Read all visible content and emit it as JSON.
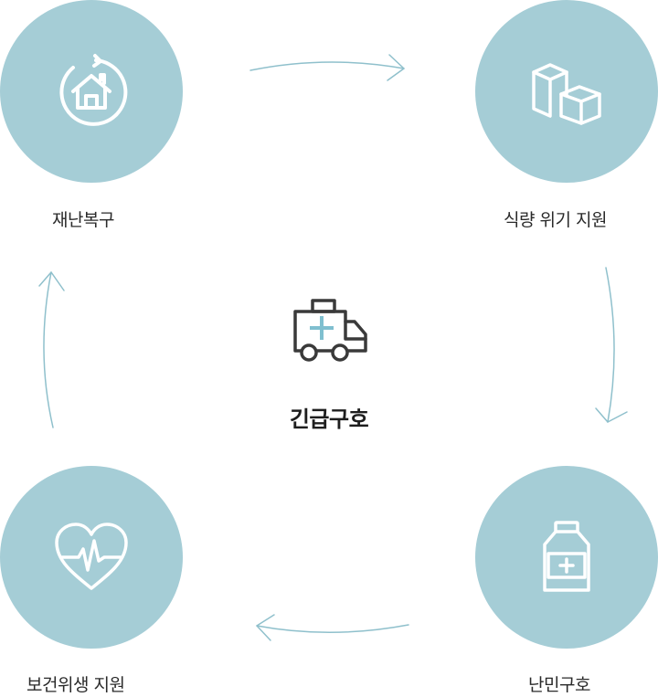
{
  "diagram": {
    "center": {
      "title": "긴급구호",
      "icon": "ambulance-icon"
    },
    "nodes": [
      {
        "id": "disaster-recovery",
        "label": "재난복구",
        "icon": "house-cycle-icon"
      },
      {
        "id": "food-crisis",
        "label": "식량 위기 지원",
        "icon": "boxes-icon"
      },
      {
        "id": "refugee-relief",
        "label": "난민구호",
        "icon": "medicine-bottle-icon"
      },
      {
        "id": "health-support",
        "label": "보건위생 지원",
        "icon": "heart-pulse-icon"
      }
    ],
    "colors": {
      "circle": "#a5cdd6",
      "arrow": "#8fc0cc",
      "icon_white": "#ffffff",
      "icon_dark": "#3a3a3a",
      "cross_accent": "#7fbfcf"
    }
  }
}
